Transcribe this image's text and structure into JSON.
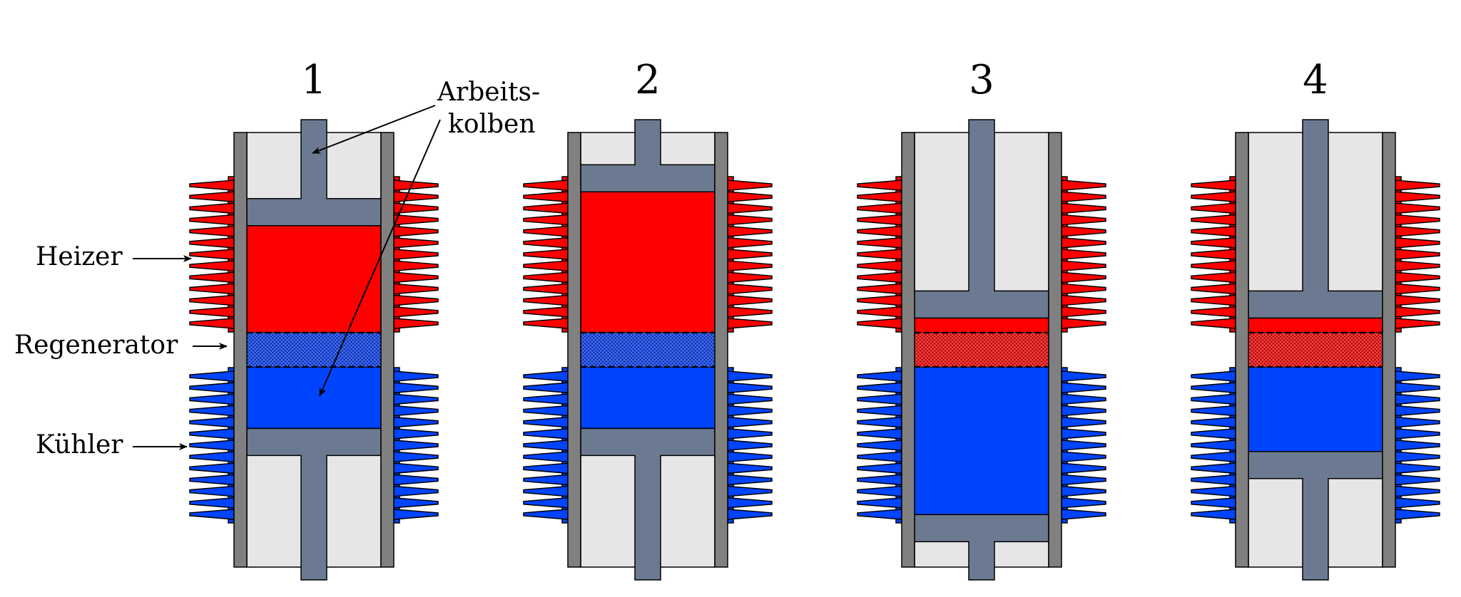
{
  "labels": {
    "heizer": "Heizer",
    "regenerator": "Regenerator",
    "kuehler": "Kühler",
    "arbeitskolben_line1": "Arbeits-",
    "arbeitskolben_line2": "kolben"
  },
  "stages": [
    {
      "number": "1",
      "hot_piston_level": 0.3,
      "cold_piston_level": 0.4,
      "regenerator_state": "cold"
    },
    {
      "number": "2",
      "hot_piston_level": 0.08,
      "cold_piston_level": 0.4,
      "regenerator_state": "cold"
    },
    {
      "number": "3",
      "hot_piston_level": 0.9,
      "cold_piston_level": 0.96,
      "regenerator_state": "hot"
    },
    {
      "number": "4",
      "hot_piston_level": 0.9,
      "cold_piston_level": 0.55,
      "regenerator_state": "hot"
    }
  ],
  "colors": {
    "heater": "#ff0000",
    "cooler": "#0044ff",
    "piston": "#6c7a91",
    "cylinder_wall": "#808080",
    "cylinder_fill": "#e6e6e6",
    "regenerator_hot": "#c00000",
    "regenerator_cold": "#0b2aa6"
  }
}
